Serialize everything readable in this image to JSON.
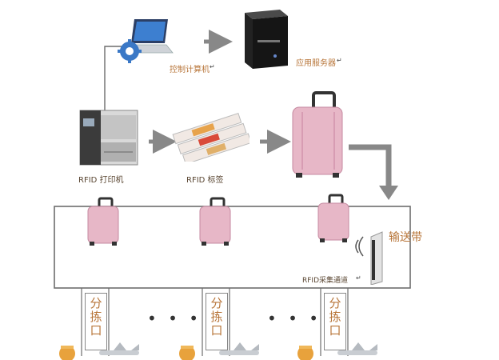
{
  "labels": {
    "control_computer": "控制计算机",
    "app_server": "应用服务器",
    "rfid_printer": "RFID 打印机",
    "rfid_tag": "RFID 标签",
    "conveyor": "输送带",
    "rfid_channel": "RFID采集通道",
    "sort_port": [
      "分",
      "拣",
      "口"
    ],
    "ellipsis": "• • •"
  },
  "colors": {
    "arrow": "#888888",
    "belt_line": "#6d6d6d",
    "luggage": "#e7b7c7",
    "label_text": "#b8763a"
  },
  "icons": [
    "laptop-icon",
    "gear-icon",
    "server-icon",
    "printer-icon",
    "rfid-tags-icon",
    "luggage-icon",
    "antenna-icon",
    "worker-icon",
    "airplane-icon"
  ]
}
